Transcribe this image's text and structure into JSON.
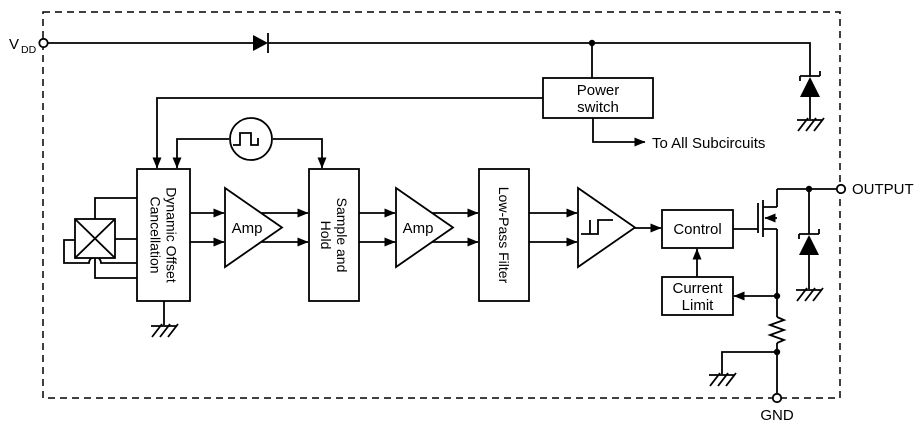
{
  "terminals": {
    "vdd": {
      "main": "V",
      "sub": "DD"
    },
    "output": {
      "label": "OUTPUT"
    },
    "gnd": {
      "label": "GND"
    }
  },
  "annotations": {
    "to_all_subcircuits": "To All Subcircuits"
  },
  "blocks": {
    "power_switch": {
      "line1": "Power",
      "line2": "switch"
    },
    "doc": {
      "line1": "Dynamic Offset",
      "line2": "Cancellation"
    },
    "amp1": {
      "label": "Amp"
    },
    "sample_hold": {
      "line1": "Sample and",
      "line2": "Hold"
    },
    "amp2": {
      "label": "Amp"
    },
    "lpf": {
      "label": "Low-Pass Filter"
    },
    "control": {
      "label": "Control"
    },
    "current_limit": {
      "line1": "Current",
      "line2": "Limit"
    }
  },
  "icons": {
    "supply_diode": "diode-right",
    "zener_top": "zener-clamp",
    "zener_output": "zener-clamp",
    "clock": "square-wave-oscillator",
    "hall": "hall-element-x-square",
    "mosfet": "n-channel-mosfet",
    "resistor": "sense-resistor",
    "ground": "chassis-ground",
    "hysteresis": "schmitt-hysteresis"
  },
  "colors": {
    "line": "#000000",
    "background": "#ffffff"
  }
}
